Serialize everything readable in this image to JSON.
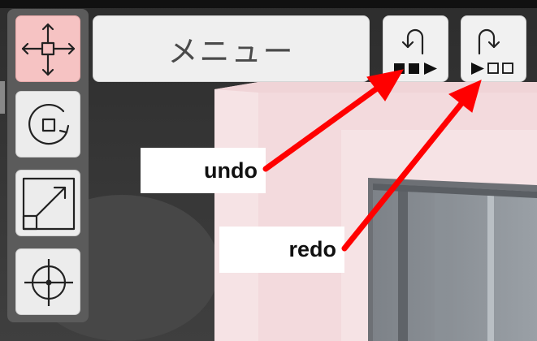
{
  "menu": {
    "label": "メニュー"
  },
  "toolbar": {
    "tools": [
      {
        "name": "move",
        "icon": "move-arrows-icon",
        "active": true
      },
      {
        "name": "rotate",
        "icon": "rotate-icon",
        "active": false
      },
      {
        "name": "scale",
        "icon": "scale-icon",
        "active": false
      },
      {
        "name": "target",
        "icon": "crosshair-icon",
        "active": false
      }
    ]
  },
  "history": {
    "undo_icon": "undo-icon",
    "redo_icon": "redo-icon"
  },
  "annotations": {
    "undo_label": "undo",
    "redo_label": "redo"
  },
  "colors": {
    "arrow": "#ff0000",
    "active_tool": "#f6c3c3",
    "button": "#ececec",
    "toolbar": "#5b5b5b"
  }
}
